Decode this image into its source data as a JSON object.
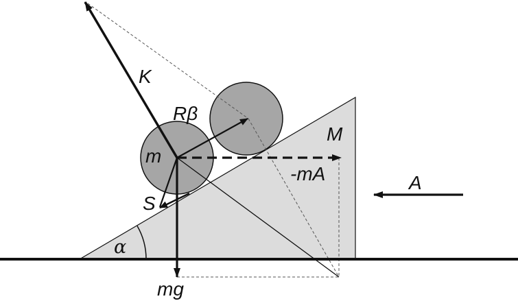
{
  "labels": {
    "contact_force": "K",
    "rolling_term": "Rβ",
    "ball_mass": "m",
    "wedge_mass": "M",
    "inertial_force": "-mA",
    "wedge_acceleration": "A",
    "friction_force": "S",
    "incline_angle": "α",
    "weight": "mg"
  },
  "colors": {
    "wedge_fill": "#dcdcdc",
    "ball_fill": "#a6a6a6",
    "ink": "#111111",
    "construction_line": "#555555"
  }
}
